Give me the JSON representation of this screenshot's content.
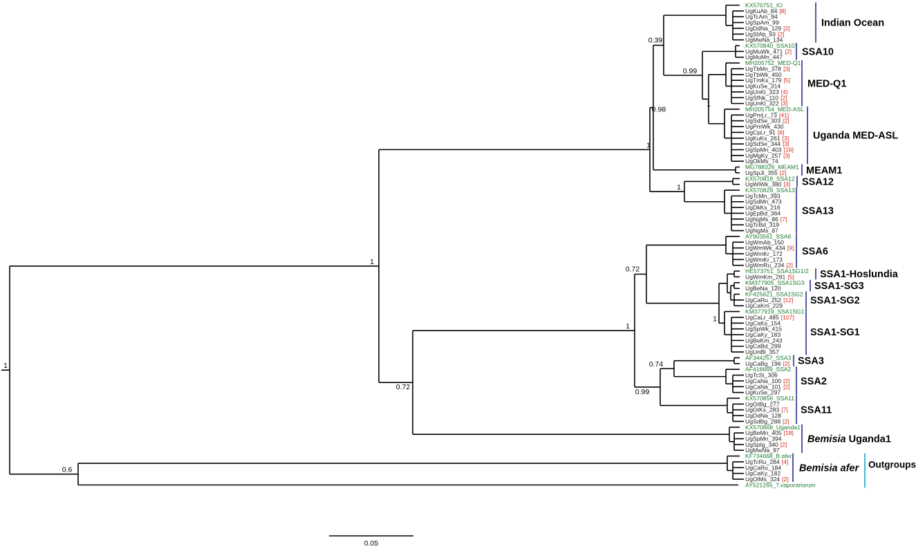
{
  "tips": [
    {
      "name": "KX570751_IO",
      "ref": true
    },
    {
      "name": "UgKuAb_84",
      "count": "[8]"
    },
    {
      "name": "UgTcAm_94"
    },
    {
      "name": "UgSpAm_99"
    },
    {
      "name": "UgDdNa_129",
      "count": "[2]"
    },
    {
      "name": "UgSfAb_93",
      "count": "[2]"
    },
    {
      "name": "UgMwNa_134"
    },
    {
      "name": "KX570840_SSA10",
      "ref": true
    },
    {
      "name": "UgMuWk_471",
      "count": "[2]"
    },
    {
      "name": "UgMuMn_447"
    },
    {
      "name": "MH205752_MED-Q1",
      "ref": true
    },
    {
      "name": "UgTbMn_378",
      "count": "[3]"
    },
    {
      "name": "UgTbWk_450"
    },
    {
      "name": "UgTmKs_179",
      "count": "[5]"
    },
    {
      "name": "UgKuSe_314"
    },
    {
      "name": "UgUnKl_323",
      "count": "[4]"
    },
    {
      "name": "UgSfNk_110",
      "count": "[2]"
    },
    {
      "name": "UgUnKl_322",
      "count": "[3]"
    },
    {
      "name": "MH205754_MED-ASL",
      "ref": true
    },
    {
      "name": "UgPmLr_73",
      "count": "[41]"
    },
    {
      "name": "UgSdSe_303",
      "count": "[2]"
    },
    {
      "name": "UgPmWk_430"
    },
    {
      "name": "UgCpLr_91",
      "count": "[8]"
    },
    {
      "name": "UgKuKs_261",
      "count": "[3]"
    },
    {
      "name": "UgSdSe_344",
      "count": "[3]"
    },
    {
      "name": "UgSpMn_403",
      "count": "[16]"
    },
    {
      "name": "UgMgKy_257",
      "count": "[3]"
    },
    {
      "name": "UgOkMs_74"
    },
    {
      "name": "MG788326_MEAM1",
      "ref": true
    },
    {
      "name": "UgSpJi_355",
      "count": "[2]"
    },
    {
      "name": "KX570818_SSA12",
      "ref": true
    },
    {
      "name": "UgWiWk_380",
      "count": "[3]"
    },
    {
      "name": "KX570829_SSA13",
      "ref": true
    },
    {
      "name": "UgTcMn_393"
    },
    {
      "name": "UgSdMn_473"
    },
    {
      "name": "UgDkKs_216"
    },
    {
      "name": "UgEpBd_364"
    },
    {
      "name": "UgNgMs_86",
      "count": "[7]"
    },
    {
      "name": "UgTcBd_319"
    },
    {
      "name": "UgNgMs_87"
    },
    {
      "name": "AY903561_SSA6",
      "ref": true
    },
    {
      "name": "UgWmAb_150"
    },
    {
      "name": "UgWmWk_434",
      "count": "[9]"
    },
    {
      "name": "UgWmKr_172"
    },
    {
      "name": "UgWmKr_173"
    },
    {
      "name": "UgWmRu_234",
      "count": "[2]"
    },
    {
      "name": "HE573751_SSA1SG1/2",
      "ref": true
    },
    {
      "name": "UgWmKm_281",
      "count": "[5]"
    },
    {
      "name": "KM377905_SSA1SG3",
      "ref": true
    },
    {
      "name": "UgBeNa_120"
    },
    {
      "name": "KF425621_SSA1SG2",
      "ref": true
    },
    {
      "name": "UgCaRu_252",
      "count": "[12]"
    },
    {
      "name": "UgCaKm_229"
    },
    {
      "name": "KM377919_SSA1SG1",
      "ref": true
    },
    {
      "name": "UgCaLr_485",
      "count": "[107]"
    },
    {
      "name": "UgCaKs_154"
    },
    {
      "name": "UgSpWk_415"
    },
    {
      "name": "UgCaKy_183"
    },
    {
      "name": "UgBeKm_243"
    },
    {
      "name": "UgCaBd_299"
    },
    {
      "name": "UgUnBl_357"
    },
    {
      "name": "AF344257_SSA3",
      "ref": true
    },
    {
      "name": "UgCaBg_196",
      "count": "[2]"
    },
    {
      "name": "AF418669_SSA2",
      "ref": true
    },
    {
      "name": "UgTcSt_306"
    },
    {
      "name": "UgCaNa_100",
      "count": "[2]"
    },
    {
      "name": "UgCaNa_101",
      "count": "[2]"
    },
    {
      "name": "UgKuSe_297"
    },
    {
      "name": "KX570856_SSA11",
      "ref": true
    },
    {
      "name": "UgGtBg_277"
    },
    {
      "name": "UgGtKs_283",
      "count": "[7]"
    },
    {
      "name": "UgDdNa_128"
    },
    {
      "name": "UgSdBg_288",
      "count": "[2]"
    },
    {
      "name": "KX570868_Uganda1",
      "ref": true
    },
    {
      "name": "UgBeMn_405",
      "count": "[18]"
    },
    {
      "name": "UgSpMn_394"
    },
    {
      "name": "UgSpIg_340",
      "count": "[2]"
    },
    {
      "name": "UgMwNa_97"
    },
    {
      "name": "KF734668_B.afer",
      "ref": true
    },
    {
      "name": "UgTcRu_284",
      "count": "[4]"
    },
    {
      "name": "UgCaRu_184"
    },
    {
      "name": "UgCaKy_182"
    },
    {
      "name": "UgOlMs_324",
      "count": "[2]"
    },
    {
      "name": "AY521265_T.vaporariorum",
      "ref": true
    }
  ],
  "supports": [
    {
      "value": "1"
    },
    {
      "value": "1"
    },
    {
      "value": "0.6"
    },
    {
      "value": "1"
    },
    {
      "value": "0.72"
    },
    {
      "value": "0.39"
    },
    {
      "value": "0.98"
    },
    {
      "value": "0.99"
    },
    {
      "value": "1"
    },
    {
      "value": "1"
    },
    {
      "value": "1"
    },
    {
      "value": "0.72"
    },
    {
      "value": "1"
    },
    {
      "value": "0.99"
    },
    {
      "value": "0.74"
    }
  ],
  "clades": [
    {
      "label": "Indian Ocean"
    },
    {
      "label": "SSA10"
    },
    {
      "label": "MED-Q1"
    },
    {
      "label": "Uganda MED-ASL"
    },
    {
      "label": "MEAM1"
    },
    {
      "label": "SSA12"
    },
    {
      "label": "SSA13"
    },
    {
      "label": "SSA6"
    },
    {
      "label": "SSA1-Hoslundia"
    },
    {
      "label": "SSA1-SG3"
    },
    {
      "label": "SSA1-SG2"
    },
    {
      "label": "SSA1-SG1"
    },
    {
      "label": "SSA3"
    },
    {
      "label": "SSA2"
    },
    {
      "label": "SSA11"
    },
    {
      "label_italic": "Bemisia",
      "label_rest": " Uganda1"
    },
    {
      "label_italic": "Bemisia afer",
      "label_rest": ""
    }
  ],
  "outgroups_label": "Outgroups",
  "scale_bar": {
    "value": 0.05,
    "label": "0.05"
  },
  "colors": {
    "reference_tip": "#1a7a2e",
    "sample_tip": "#222222",
    "count": "#d42a1a",
    "clade_bar": "#2a2d8f",
    "outgroup_bar": "#18a5c8"
  }
}
